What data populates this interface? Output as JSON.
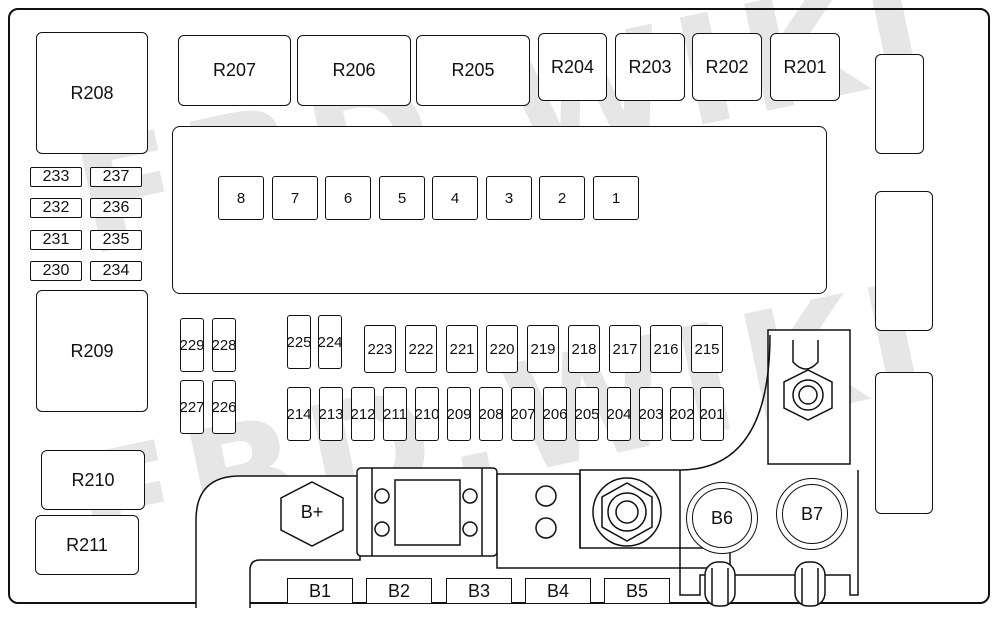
{
  "watermark": "FBD.WIKI",
  "relays": {
    "R201": "R201",
    "R202": "R202",
    "R203": "R203",
    "R204": "R204",
    "R205": "R205",
    "R206": "R206",
    "R207": "R207",
    "R208": "R208",
    "R209": "R209",
    "R210": "R210",
    "R211": "R211"
  },
  "mini_fuses_left": [
    "233",
    "237",
    "232",
    "236",
    "231",
    "235",
    "230",
    "234"
  ],
  "central_fuses": [
    "8",
    "7",
    "6",
    "5",
    "4",
    "3",
    "2",
    "1"
  ],
  "fuses_upper_row": [
    "223",
    "222",
    "221",
    "220",
    "219",
    "218",
    "217",
    "216",
    "215"
  ],
  "fuses_lower_row": [
    "214",
    "213",
    "212",
    "211",
    "210",
    "209",
    "208",
    "207",
    "206",
    "205",
    "204",
    "203",
    "202",
    "201"
  ],
  "fuses_left_vertical": [
    "229",
    "228",
    "227",
    "226"
  ],
  "fuses_pair": [
    "225",
    "224"
  ],
  "terminals": {
    "bplus": "B+",
    "b6": "B6",
    "b7": "B7"
  },
  "bottom_tags": [
    "B1",
    "B2",
    "B3",
    "B4",
    "B5"
  ]
}
